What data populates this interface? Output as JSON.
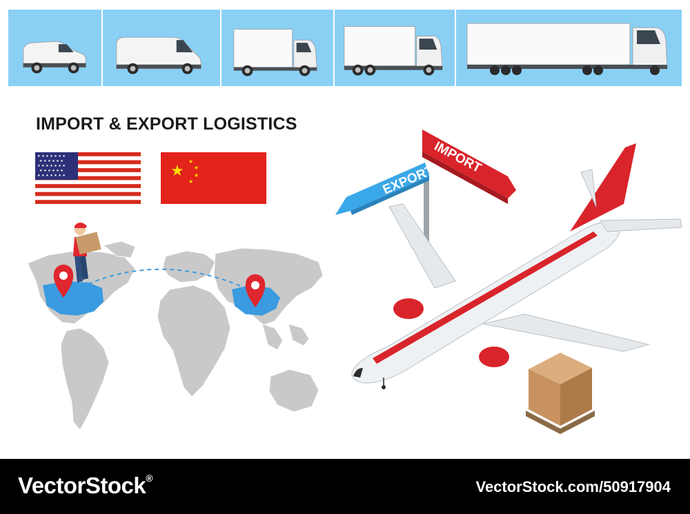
{
  "heading": "IMPORT & EXPORT LOGISTICS",
  "vehicles": [
    "van-small",
    "van-large",
    "box-truck",
    "medium-truck",
    "semi-trailer-truck"
  ],
  "flags": [
    "usa-flag",
    "china-flag"
  ],
  "signpost": {
    "export_label": "EXPORT",
    "import_label": "IMPORT"
  },
  "footer": {
    "brand": "VectorStock",
    "brand_mark": "®",
    "url": "VectorStock.com/50917904"
  },
  "colors": {
    "strip_bg": "#8ad0f5",
    "export_sign": "#3aa7e8",
    "import_sign": "#d9242b",
    "map_gray": "#c9c9c9",
    "map_highlight": "#3a9be0",
    "footer_bg": "#000000"
  }
}
